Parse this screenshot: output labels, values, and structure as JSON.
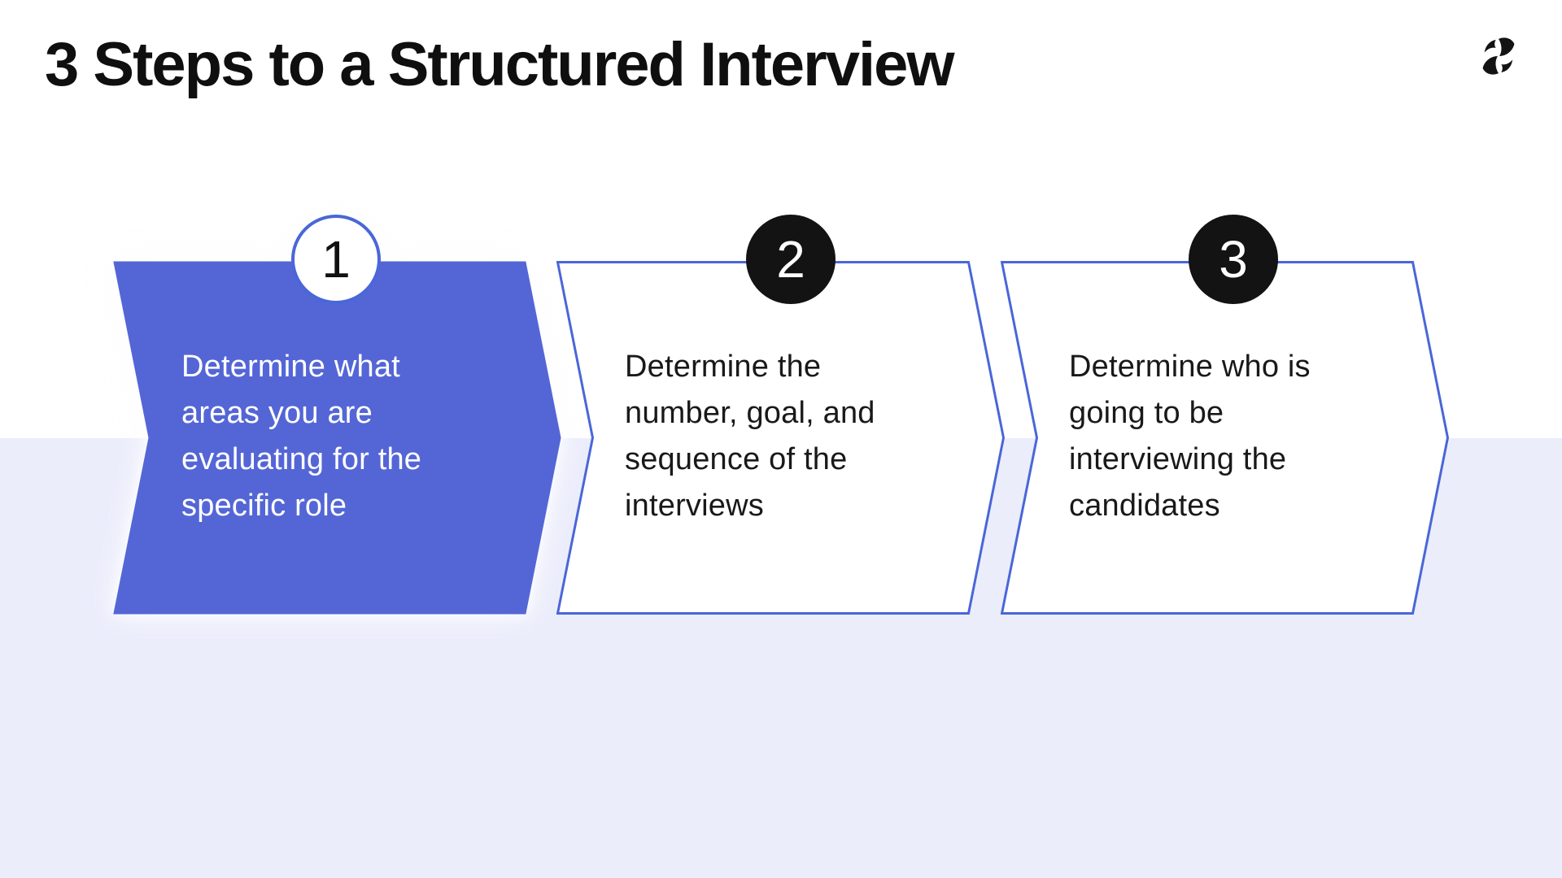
{
  "page": {
    "title": "3 Steps to a Structured Interview"
  },
  "colors": {
    "accent_blue": "#5466D6",
    "border_blue": "#4A66D8",
    "background_lavender": "#EBEDFB",
    "circle_black": "#131313",
    "logo_black": "#131313"
  },
  "steps": [
    {
      "number": "1",
      "text": "Determine what\nareas you are\nevaluating for the\nspecific role"
    },
    {
      "number": "2",
      "text": "Determine the\nnumber, goal, and\nsequence of the\ninterviews"
    },
    {
      "number": "3",
      "text": "Determine who is\ngoing to be\ninterviewing the\ncandidates"
    }
  ]
}
